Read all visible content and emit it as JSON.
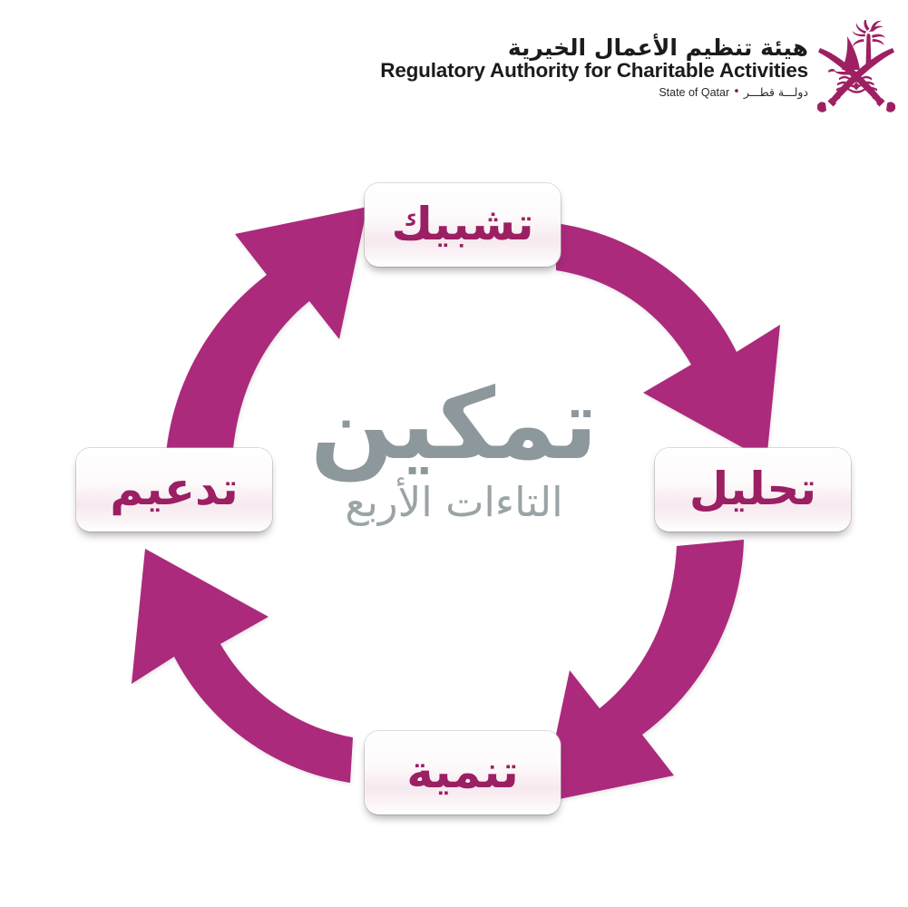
{
  "brand": {
    "title_ar": "هيئة تنظيم الأعمال الخيرية",
    "title_en": "Regulatory Authority for Charitable Activities",
    "sub_ar": "دولـــة قطـــر",
    "sub_sep": "•",
    "sub_en": "State of Qatar",
    "emblem_name": "qatar-state-emblem"
  },
  "colors": {
    "magenta": "#AB2A7C",
    "label_text": "#9B1F63",
    "center_text": "#8D989C",
    "brand_dark": "#1B1B1B",
    "emblem": "#9E2062",
    "background": "#FFFFFF"
  },
  "center": {
    "title": "تمكين",
    "subtitle": "التاءات الأربع"
  },
  "chart_data": {
    "type": "diagram",
    "diagram_type": "cycle",
    "direction": "clockwise",
    "title": "تمكين",
    "subtitle": "التاءات الأربع",
    "node_count": 4,
    "nodes": [
      {
        "id": "node-top",
        "position": "top",
        "label": "تشبيك"
      },
      {
        "id": "node-right",
        "position": "right",
        "label": "تحليل"
      },
      {
        "id": "node-bottom",
        "position": "bottom",
        "label": "تنمية"
      },
      {
        "id": "node-left",
        "position": "left",
        "label": "تدعيم"
      }
    ],
    "arrows": [
      {
        "id": "arrow-top-right",
        "from": "node-top",
        "to": "node-right",
        "quadrant": "top-right"
      },
      {
        "id": "arrow-bottom-right",
        "from": "node-right",
        "to": "node-bottom",
        "quadrant": "bottom-right"
      },
      {
        "id": "arrow-bottom-left",
        "from": "node-bottom",
        "to": "node-left",
        "quadrant": "bottom-left"
      },
      {
        "id": "arrow-top-left",
        "from": "node-left",
        "to": "node-top",
        "quadrant": "top-left"
      }
    ]
  }
}
